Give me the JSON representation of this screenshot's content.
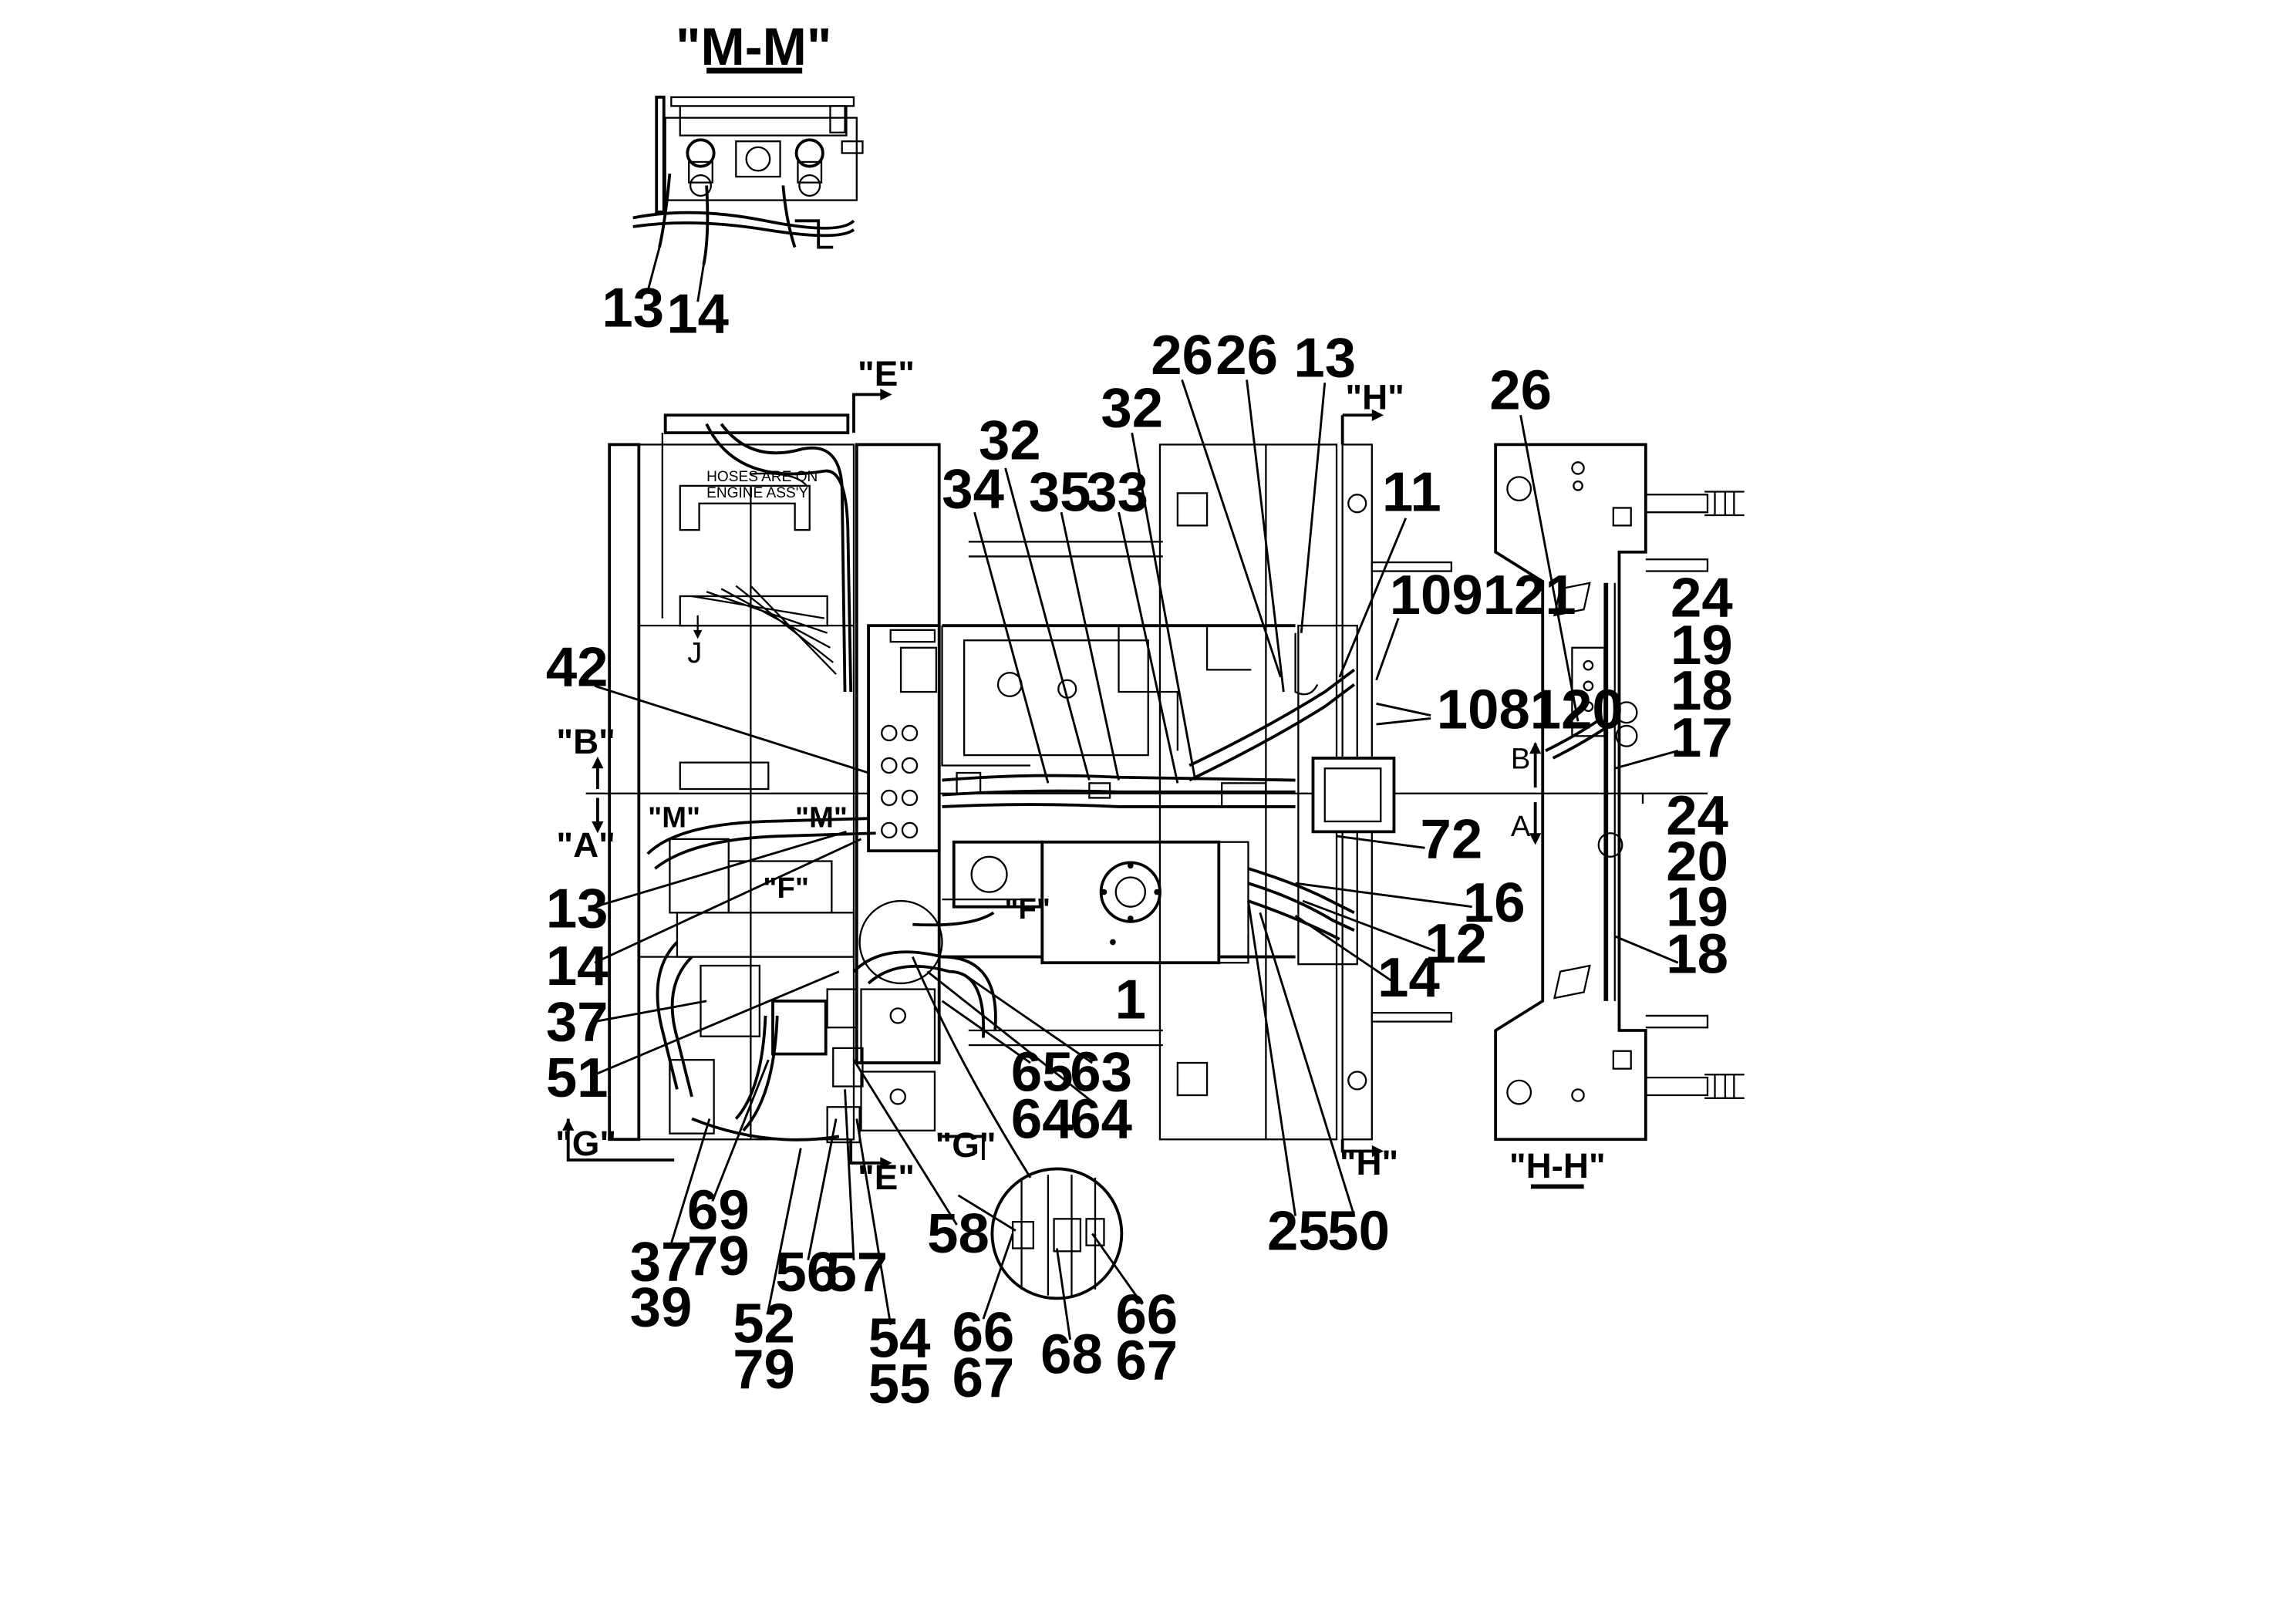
{
  "views": {
    "mm_title": "\"M-M\"",
    "hh_title": "\"H-H\"",
    "e_top": "\"E\"",
    "e_bottom": "\"E\"",
    "h_top": "\"H\"",
    "h_bottom": "\"H\"",
    "b": "\"B\"",
    "a": "\"A\"",
    "m_left": "\"M\"",
    "m_right": "\"M\"",
    "f_left": "\"F\"",
    "f_right": "\"F\"",
    "g_left": "\"G\"",
    "g_right": "\"G\"",
    "j": "J",
    "arrow_b": "B",
    "arrow_a": "A"
  },
  "notes": {
    "hoses_line1": "HOSES ARE ON",
    "hoses_line2": "ENGINE ASS'Y"
  },
  "callouts": {
    "c13_mm": "13",
    "c14_mm": "14",
    "c26a": "26",
    "c26b": "26",
    "c26c": "26",
    "c13_top": "13",
    "c32a": "32",
    "c32b": "32",
    "c34": "34",
    "c35": "35",
    "c33": "33",
    "c11": "11",
    "c109_121": "109121",
    "c108_120": "108120",
    "c42": "42",
    "c72": "72",
    "c16": "16",
    "c12": "12",
    "c14_right": "14",
    "c1": "1",
    "c13_left": "13",
    "c14_left": "14",
    "c37_left": "37",
    "c51": "51",
    "c65": "65",
    "c63": "63",
    "c64a": "64",
    "c64b": "64",
    "c25": "25",
    "c50": "50",
    "c69": "69",
    "c79a": "79",
    "c37_bottom": "37",
    "c39": "39",
    "c56": "56",
    "c57": "57",
    "c52": "52",
    "c79b": "79",
    "c54": "54",
    "c55": "55",
    "c58": "58",
    "c66a": "66",
    "c67a": "67",
    "c68": "68",
    "c66b": "66",
    "c67b": "67",
    "c24a": "24",
    "c19a": "19",
    "c18a": "18",
    "c17": "17",
    "c24b": "24",
    "c20": "20",
    "c19b": "19",
    "c18b": "18"
  }
}
